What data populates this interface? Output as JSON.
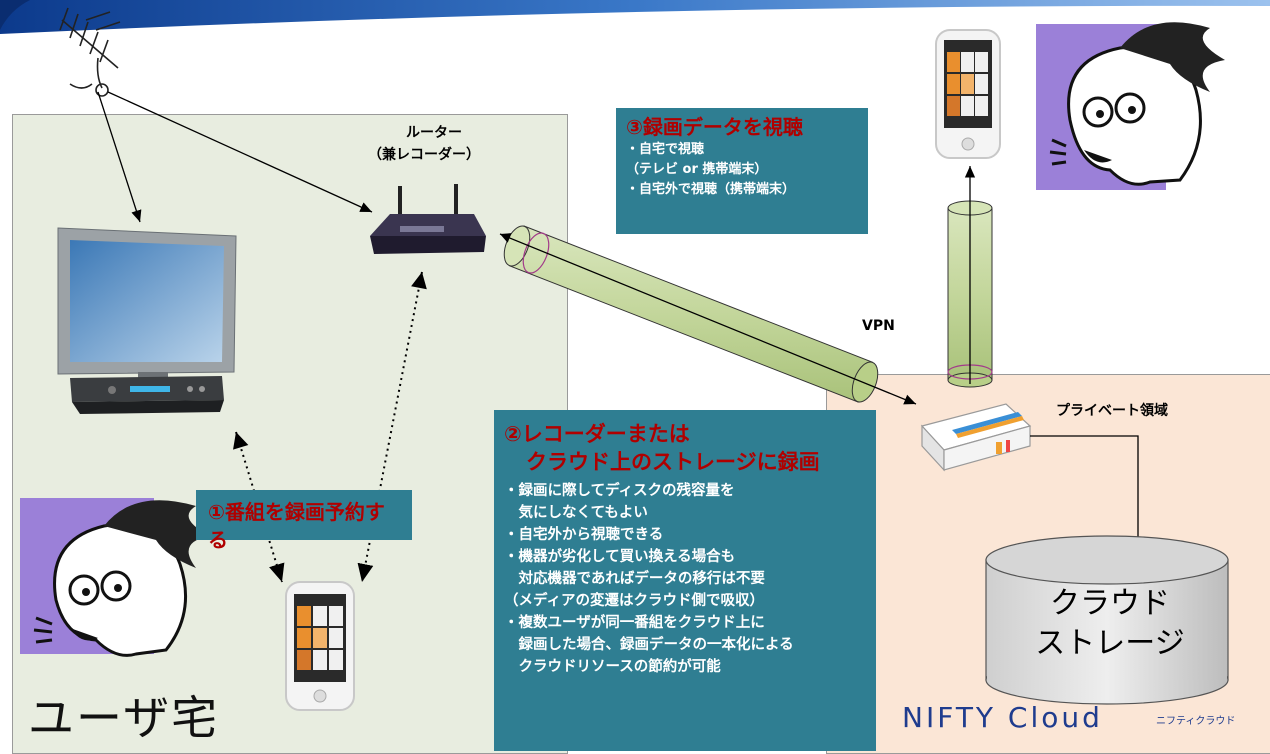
{
  "labels": {
    "router_line1": "ルーター",
    "router_line2": "（兼レコーダー）",
    "vpn": "VPN",
    "private_area": "プライベート領域",
    "house": "ユーザ宅",
    "nifty_cloud": "NIFTY Cloud",
    "nifty_kana": "ニフティクラウド",
    "storage_line1": "クラウド",
    "storage_line2": "ストレージ"
  },
  "step1": {
    "text": "①番組を録画予約する"
  },
  "step2": {
    "title_line1": "②レコーダーまたは",
    "title_line2": "クラウド上のストレージに録画",
    "bullets": [
      "・録画に際してディスクの残容量を",
      "　気にしなくてもよい",
      "・自宅外から視聴できる",
      "・機器が劣化して買い換える場合も",
      "　対応機器であればデータの移行は不要",
      "（メディアの変遷はクラウド側で吸収）",
      "・複数ユーザが同一番組をクラウド上に",
      "　録画した場合、録画データの一本化による",
      "　クラウドリソースの節約が可能"
    ]
  },
  "step3": {
    "title": "③録画データを視聴",
    "bullets": [
      "・自宅で視聴",
      "（テレビ or 携帯端末）",
      "・自宅外で視聴（携帯端末）"
    ]
  },
  "colors": {
    "teal": "#2f7e92",
    "red_title": "#b00000",
    "home_bg": "#e8ede0",
    "cloud_bg": "#fbe6d6",
    "tube_green": "#c3d69b",
    "brand_blue": "#1f3c8e"
  }
}
